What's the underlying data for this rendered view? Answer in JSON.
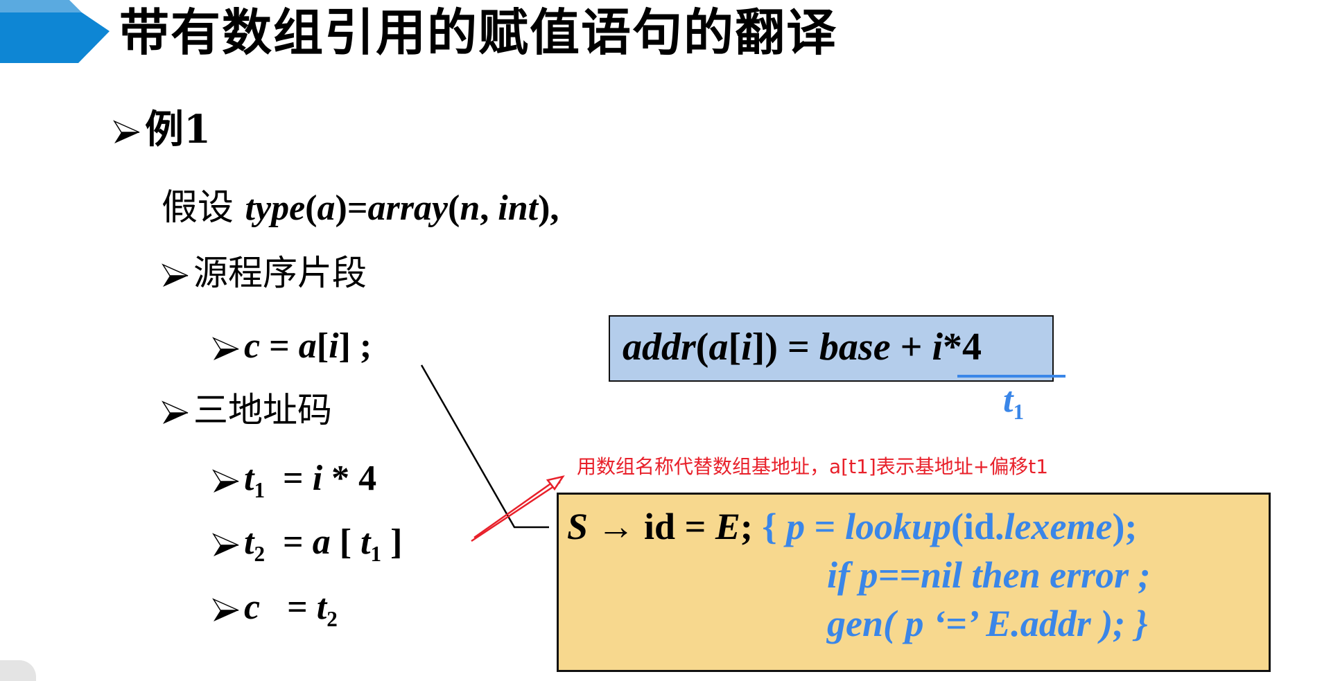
{
  "slide": {
    "title": "带有数组引用的赋值语句的翻译",
    "colors": {
      "chevron_main": "#0e86d4",
      "chevron_top": "#5aaae0",
      "formula_box_bg": "#b4cdeb",
      "rule_box_bg": "#f7d88e",
      "accent_blue": "#3a86e8",
      "annotation_red": "#e8202a"
    },
    "example": {
      "heading": "例1",
      "assume_prefix": "假设",
      "assume_expr": {
        "type_fn": "type",
        "lp1": "(",
        "arg": "a",
        "rp1": ")",
        "eq": "=",
        "array_fn": "array",
        "lp2": "(",
        "n": "n",
        "comma": ", ",
        "int": "int",
        "rp2": ")",
        "trailing": ","
      },
      "source_heading": "源程序片段",
      "source_code": {
        "lhs": "c",
        "eq": " = ",
        "arr": "a",
        "lb": "[",
        "idx": "i",
        "rb": "]",
        "semi": " ;"
      },
      "tac_heading": "三地址码",
      "tac_lines": [
        {
          "lhs": "t",
          "lhs_sub": "1",
          "eq": "  = ",
          "rhs_a": "i",
          "rhs_b": " * 4"
        },
        {
          "lhs": "t",
          "lhs_sub": "2",
          "eq": "  = ",
          "rhs_a": "a",
          "rhs_b": " [ ",
          "rhs_c": "t",
          "rhs_c_sub": "1",
          "rhs_d": " ]"
        },
        {
          "lhs": "c",
          "lhs_sub": "",
          "eq": "   = ",
          "rhs_a": "t",
          "rhs_a_sub": "2"
        }
      ]
    },
    "formula_box": {
      "addr": "addr",
      "lp": "(",
      "a": "a",
      "lb": "[",
      "i": "i",
      "rb": "]",
      "rp": ")",
      "eq": " = ",
      "base": "base",
      "plus": " + ",
      "i2": "i",
      "times4": "*4",
      "underline_label": "t",
      "underline_label_sub": "1"
    },
    "annotation": "用数组名称代替数组基地址，a[t1]表示基地址+偏移t1",
    "rule_box": {
      "line1": {
        "S": "S",
        "arrow": " → ",
        "id": "id",
        "eq": " = ",
        "E": "E",
        "semi": "; ",
        "open": "{ ",
        "p": "p",
        "eq2": " = ",
        "lookup": "lookup",
        "lp": "(",
        "id2": "id.",
        "lexeme": "lexeme",
        "rp": ");"
      },
      "line2": "if p==nil then error ;",
      "line3": "gen( p ‘=’ E.addr ); }"
    }
  }
}
